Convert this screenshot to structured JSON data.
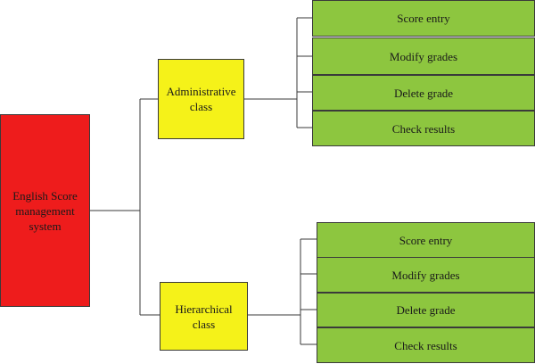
{
  "root": {
    "label": "English Score management system",
    "color": "#ee1c1c"
  },
  "branches": [
    {
      "label": "Administrative class",
      "color": "#f5f219",
      "leaves": [
        "Score entry",
        "Modify grades",
        "Delete grade",
        "Check results"
      ]
    },
    {
      "label": "Hierarchical class",
      "color": "#f5f219",
      "leaves": [
        "Score entry",
        "Modify grades",
        "Delete grade",
        "Check results"
      ]
    }
  ],
  "leaf_color": "#8dc63f"
}
